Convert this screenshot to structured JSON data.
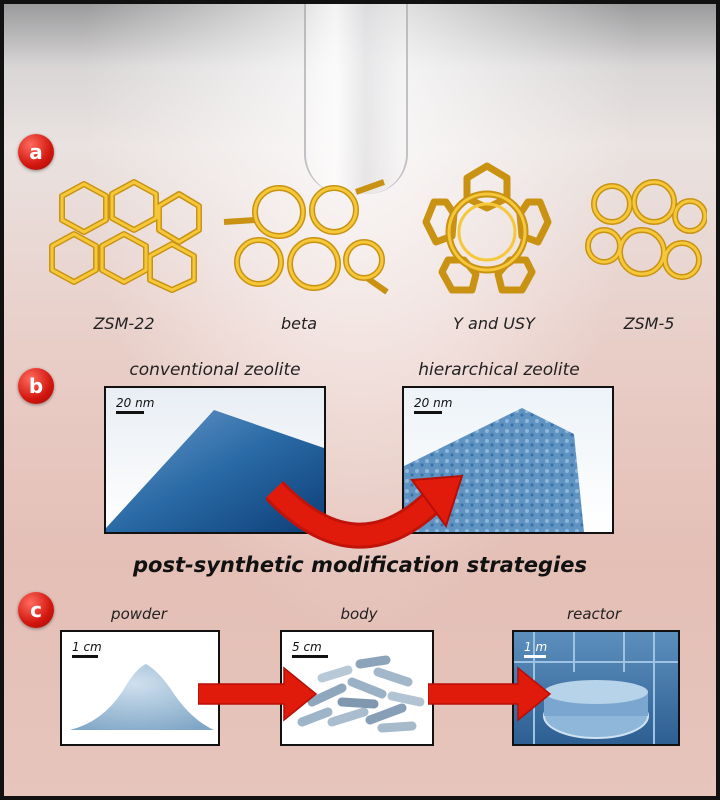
{
  "panel_a": {
    "badge": "a",
    "labels": [
      "ZSM-22",
      "beta",
      "Y and USY",
      "ZSM-5"
    ]
  },
  "panel_b": {
    "badge": "b",
    "conventional": {
      "title": "conventional zeolite",
      "scale": "20 nm"
    },
    "hierarchical": {
      "title": "hierarchical zeolite",
      "scale": "20 nm"
    }
  },
  "strategy_title": "post-synthetic modification strategies",
  "panel_c": {
    "badge": "c",
    "powder": {
      "title": "powder",
      "scale": "1 cm"
    },
    "body": {
      "title": "body",
      "scale": "5 cm"
    },
    "reactor": {
      "title": "reactor",
      "scale": "1 m"
    }
  },
  "colors": {
    "framework": "#e8b21a",
    "arrow": "#e11b0c",
    "micrograph": "#2a6aa6",
    "badge": "#d2160e"
  },
  "icons": [
    "zeolite-framework-icon",
    "curved-arrow-icon",
    "right-arrow-icon"
  ]
}
